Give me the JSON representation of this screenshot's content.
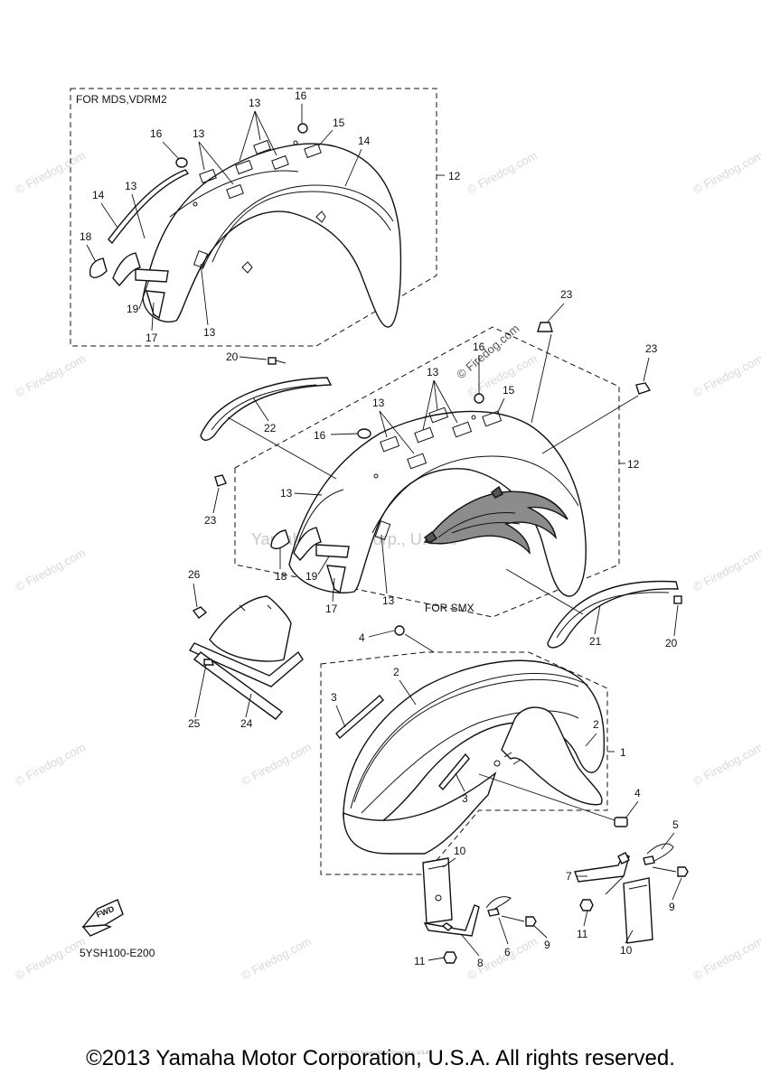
{
  "box_labels": {
    "top_box": "FOR MDS,VDRM2",
    "middle_box": "FOR SMX"
  },
  "watermark": {
    "site": "© Firedog.com",
    "center": "Yamaha Motor Corp., U.S.A."
  },
  "callouts": {
    "c1": "1",
    "c2a": "2",
    "c2b": "2",
    "c3a": "3",
    "c3b": "3",
    "c4a": "4",
    "c4b": "4",
    "c5": "5",
    "c6": "6",
    "c7": "7",
    "c8": "8",
    "c9a": "9",
    "c9b": "9",
    "c10a": "10",
    "c10b": "10",
    "c11a": "11",
    "c11b": "11",
    "c12a": "12",
    "c12b": "12",
    "c13a": "13",
    "c13b": "13",
    "c13c": "13",
    "c13d": "13",
    "c13e": "13",
    "c13f": "13",
    "c13g": "13",
    "c13h": "13",
    "c14a": "14",
    "c14b": "14",
    "c15a": "15",
    "c15b": "15",
    "c16a": "16",
    "c16b": "16",
    "c16c": "16",
    "c16d": "16",
    "c17a": "17",
    "c17b": "17",
    "c18a": "18",
    "c18b": "18",
    "c19a": "19",
    "c19b": "19",
    "c20a": "20",
    "c20b": "20",
    "c21": "21",
    "c22": "22",
    "c23a": "23",
    "c23b": "23",
    "c23c": "23",
    "c24": "24",
    "c25": "25",
    "c26": "26"
  },
  "fwd_label": "FWD",
  "diagram_code": "5YSH100-E200",
  "tiny_credit": "(c) 2003-2015 Yamaha Motor Corporation, U.S.A.",
  "copyright": "©2013 Yamaha Motor Corporation, U.S.A. All rights reserved."
}
